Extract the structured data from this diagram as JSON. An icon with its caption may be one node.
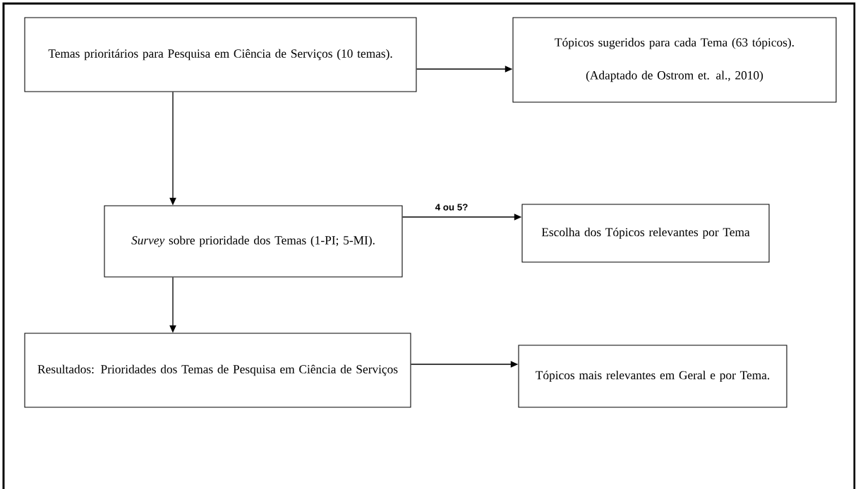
{
  "diagram": {
    "nodes": [
      {
        "text": [
          "Temas prioritários para Pesquisa em Ciência de Serviços (10 temas)."
        ]
      },
      {
        "text": [
          "Tópicos sugeridos para cada Tema (63 tópicos).",
          "(Adaptado de Ostrom et. al., 2010)"
        ]
      },
      {
        "text": [
          "*Survey* sobre prioridade dos Temas (1-PI; 5-MI)."
        ]
      },
      {
        "text": [
          "Escolha dos Tópicos relevantes por Tema"
        ]
      },
      {
        "text": [
          "Resultados: Prioridades dos Temas de Pesquisa em Ciência de Serviços"
        ]
      },
      {
        "text": [
          "Tópicos mais relevantes em Geral e por Tema."
        ]
      }
    ],
    "edges": [
      {
        "from": 0,
        "to": 1,
        "arrow": "to"
      },
      {
        "from": 0,
        "to": 2,
        "arrow": "to"
      },
      {
        "from": 2,
        "to": 3,
        "arrow": "to",
        "label": "4 ou 5?"
      },
      {
        "from": 2,
        "to": 4,
        "arrow": "to"
      },
      {
        "from": 4,
        "to": 5,
        "arrow": "to"
      }
    ]
  }
}
